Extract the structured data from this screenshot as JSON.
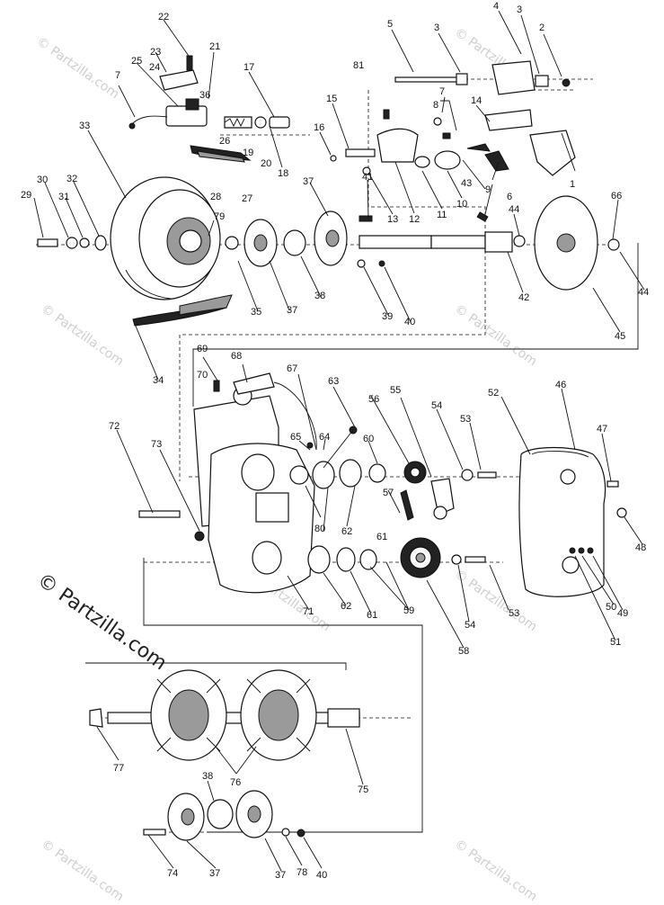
{
  "watermark": {
    "small": "© Partzilla.com",
    "large": "© Partzilla.com"
  },
  "callouts": [
    {
      "id": "p1",
      "text": "1"
    },
    {
      "id": "p2",
      "text": "2"
    },
    {
      "id": "p3a",
      "text": "3"
    },
    {
      "id": "p3b",
      "text": "3"
    },
    {
      "id": "p4",
      "text": "4"
    },
    {
      "id": "p5",
      "text": "5"
    },
    {
      "id": "p6",
      "text": "6"
    },
    {
      "id": "p7a",
      "text": "7"
    },
    {
      "id": "p7b",
      "text": "7"
    },
    {
      "id": "p8",
      "text": "8"
    },
    {
      "id": "p9",
      "text": "9"
    },
    {
      "id": "p10",
      "text": "10"
    },
    {
      "id": "p11",
      "text": "11"
    },
    {
      "id": "p12",
      "text": "12"
    },
    {
      "id": "p13",
      "text": "13"
    },
    {
      "id": "p14",
      "text": "14"
    },
    {
      "id": "p15",
      "text": "15"
    },
    {
      "id": "p16",
      "text": "16"
    },
    {
      "id": "p17",
      "text": "17"
    },
    {
      "id": "p18",
      "text": "18"
    },
    {
      "id": "p19",
      "text": "19"
    },
    {
      "id": "p20",
      "text": "20"
    },
    {
      "id": "p21",
      "text": "21"
    },
    {
      "id": "p22",
      "text": "22"
    },
    {
      "id": "p23",
      "text": "23"
    },
    {
      "id": "p24",
      "text": "24"
    },
    {
      "id": "p25",
      "text": "25"
    },
    {
      "id": "p26",
      "text": "26"
    },
    {
      "id": "p27",
      "text": "27"
    },
    {
      "id": "p28",
      "text": "28"
    },
    {
      "id": "p29",
      "text": "29"
    },
    {
      "id": "p30",
      "text": "30"
    },
    {
      "id": "p31",
      "text": "31"
    },
    {
      "id": "p32",
      "text": "32"
    },
    {
      "id": "p33",
      "text": "33"
    },
    {
      "id": "p34",
      "text": "34"
    },
    {
      "id": "p35",
      "text": "35"
    },
    {
      "id": "p36",
      "text": "36"
    },
    {
      "id": "p37a",
      "text": "37"
    },
    {
      "id": "p37b",
      "text": "37"
    },
    {
      "id": "p37c",
      "text": "37"
    },
    {
      "id": "p37d",
      "text": "37"
    },
    {
      "id": "p38a",
      "text": "38"
    },
    {
      "id": "p38b",
      "text": "38"
    },
    {
      "id": "p39",
      "text": "39"
    },
    {
      "id": "p40a",
      "text": "40"
    },
    {
      "id": "p40b",
      "text": "40"
    },
    {
      "id": "p41",
      "text": "41"
    },
    {
      "id": "p42",
      "text": "42"
    },
    {
      "id": "p43",
      "text": "43"
    },
    {
      "id": "p44a",
      "text": "44"
    },
    {
      "id": "p44b",
      "text": "44"
    },
    {
      "id": "p45",
      "text": "45"
    },
    {
      "id": "p46",
      "text": "46"
    },
    {
      "id": "p47",
      "text": "47"
    },
    {
      "id": "p48",
      "text": "48"
    },
    {
      "id": "p49",
      "text": "49"
    },
    {
      "id": "p50",
      "text": "50"
    },
    {
      "id": "p51",
      "text": "51"
    },
    {
      "id": "p52",
      "text": "52"
    },
    {
      "id": "p53a",
      "text": "53"
    },
    {
      "id": "p53b",
      "text": "53"
    },
    {
      "id": "p54a",
      "text": "54"
    },
    {
      "id": "p54b",
      "text": "54"
    },
    {
      "id": "p55",
      "text": "55"
    },
    {
      "id": "p56",
      "text": "56"
    },
    {
      "id": "p57",
      "text": "57"
    },
    {
      "id": "p58",
      "text": "58"
    },
    {
      "id": "p59",
      "text": "59"
    },
    {
      "id": "p60",
      "text": "60"
    },
    {
      "id": "p61a",
      "text": "61"
    },
    {
      "id": "p61b",
      "text": "61"
    },
    {
      "id": "p62a",
      "text": "62"
    },
    {
      "id": "p62b",
      "text": "62"
    },
    {
      "id": "p63",
      "text": "63"
    },
    {
      "id": "p64",
      "text": "64"
    },
    {
      "id": "p65",
      "text": "65"
    },
    {
      "id": "p66",
      "text": "66"
    },
    {
      "id": "p67",
      "text": "67"
    },
    {
      "id": "p68",
      "text": "68"
    },
    {
      "id": "p69",
      "text": "69"
    },
    {
      "id": "p70",
      "text": "70"
    },
    {
      "id": "p71",
      "text": "71"
    },
    {
      "id": "p72",
      "text": "72"
    },
    {
      "id": "p73",
      "text": "73"
    },
    {
      "id": "p74",
      "text": "74"
    },
    {
      "id": "p75",
      "text": "75"
    },
    {
      "id": "p76",
      "text": "76"
    },
    {
      "id": "p77",
      "text": "77"
    },
    {
      "id": "p78",
      "text": "78"
    },
    {
      "id": "p79",
      "text": "79"
    },
    {
      "id": "p80",
      "text": "80"
    },
    {
      "id": "p81",
      "text": "81"
    }
  ]
}
